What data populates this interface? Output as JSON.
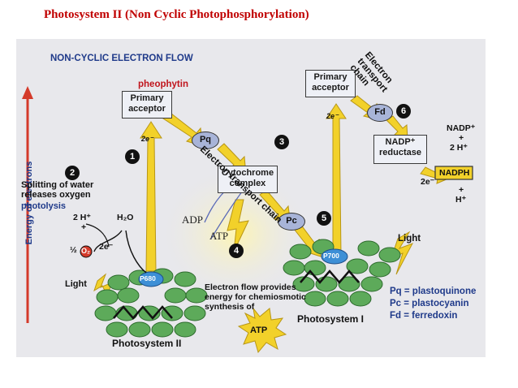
{
  "slide_title": "Photosystem II (Non Cyclic Photophosphorylation)",
  "diagram": {
    "heading": "NON-CYCLIC ELECTRON FLOW",
    "axis_label": "Energy of electrons",
    "pheophytin": "pheophytin",
    "primary_acceptor_1": [
      "Primary",
      "acceptor"
    ],
    "primary_acceptor_2": [
      "Primary",
      "acceptor"
    ],
    "pq": "Pq",
    "pc": "Pc",
    "fd": "Fd",
    "cytochrome": [
      "Cytochrome",
      "complex"
    ],
    "etc_label_1": "Electron transport chain",
    "etc_label_2": [
      "Electron",
      "transport",
      "chain"
    ],
    "nadp_reductase": [
      "NADP⁺",
      "reductase"
    ],
    "nadp_plus": "NADP⁺",
    "plus_1": "+",
    "two_h_plus_right": "2 H⁺",
    "nadph": "NADPH",
    "h_plus": "H⁺",
    "plus_2": "+",
    "two_e": "2e⁻",
    "step_numbers": [
      "1",
      "2",
      "3",
      "4",
      "5",
      "6"
    ],
    "splitting_water": [
      "Splitting of water",
      "releases oxygen"
    ],
    "photolysis": "photolysis",
    "two_h_plus_left": "2 H⁺",
    "plus_3": "+",
    "half": "½",
    "o2": "O₂",
    "h2o": "H₂O",
    "light_left": "Light",
    "light_right": "Light",
    "p680": "P680",
    "p700": "P700",
    "electron_flow": [
      "Electron flow provides",
      "energy for chemiosmotic",
      "synthesis of"
    ],
    "atp_burst": "ATP",
    "photosystem_2": "Photosystem II",
    "photosystem_1": "Photosystem I",
    "legend": [
      "Pq = plastoquinone",
      "Pc = plastocyanin",
      "Fd = ferredoxin"
    ]
  },
  "overlay": {
    "adp": "ADP",
    "atp": "ATP"
  },
  "colors": {
    "title_red": "#c00000",
    "heading_blue": "#1f3a8a",
    "arrow_yellow": "#f2d12a",
    "thylakoid_green": "#5daa5a",
    "carrier_oval": "#a8b4d8"
  }
}
